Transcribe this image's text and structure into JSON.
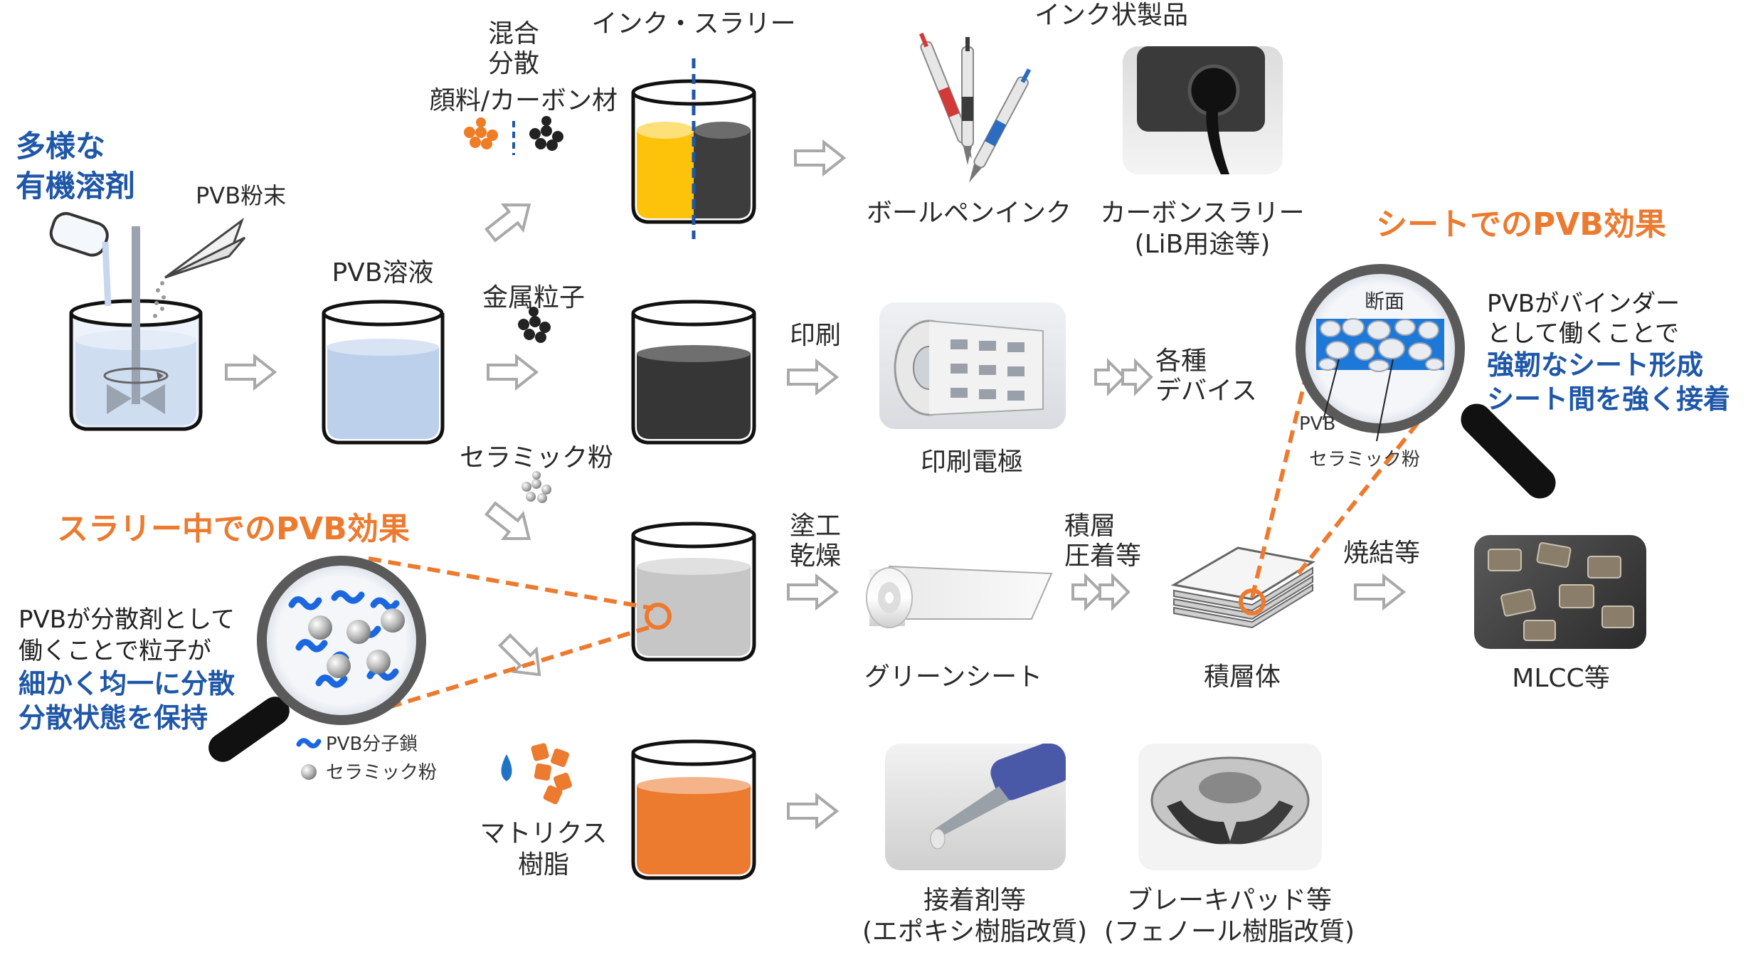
{
  "left": {
    "solvent_line1": "多様な",
    "solvent_line2": "有機溶剤",
    "pvb_powder": "PVB粉末"
  },
  "pvb_solution": "PVB溶液",
  "row_ink": {
    "mix_line1": "混合",
    "mix_line2": "分散",
    "pigment": "顔料/カーボン材",
    "slurry": "インク・スラリー",
    "products_heading": "インク状製品",
    "pen_ink": "ボールペンインク",
    "carbon_line1": "カーボンスラリー",
    "carbon_line2": "(LiB用途等)"
  },
  "row_metal": {
    "metal_particles": "金属粒子",
    "print": "印刷",
    "electrode": "印刷電極",
    "devices_line1": "各種",
    "devices_line2": "デバイス"
  },
  "row_ceramic": {
    "ceramic_powder": "セラミック粉",
    "coat_line1": "塗工",
    "coat_line2": "乾燥",
    "green_sheet": "グリーンシート",
    "laminate_line1": "積層",
    "laminate_line2": "圧着等",
    "laminate_body": "積層体",
    "sinter": "焼結等",
    "mlcc": "MLCC等"
  },
  "row_matrix": {
    "matrix_line1": "マトリクス",
    "matrix_line2": "樹脂",
    "adhesive_line1": "接着剤等",
    "adhesive_line2": "(エポキシ樹脂改質)",
    "brake_line1": "ブレーキパッド等",
    "brake_line2": "(フェノール樹脂改質)"
  },
  "slurry_effect": {
    "title": "スラリー中でのPVB効果",
    "line1": "PVBが分散剤として",
    "line2": "働くことで粒子が",
    "bold1": "細かく均一に分散",
    "bold2": "分散状態を保持",
    "legend_chain": "PVB分子鎖",
    "legend_ceramic": "セラミック粉"
  },
  "sheet_effect": {
    "title": "シートでのPVB効果",
    "cross_section": "断面",
    "line1": "PVBがバインダー",
    "line2": "として働くことで",
    "bold1": "強靭なシート形成",
    "bold2": "シート間を強く接着",
    "label_pvb": "PVB",
    "label_ceramic": "セラミック粉"
  },
  "colors": {
    "blue_emphasis": "#1f57a8",
    "orange_accent": "#ec7a2f",
    "panel_bg": "#fdf7dc",
    "ink_yellow": "#fdc20a",
    "ink_dark": "#3a3a3a",
    "slurry_gray": "#c8c8c8",
    "matrix_orange": "#ec7a2f",
    "pvb_solution_blue": "#bcd0ec"
  }
}
